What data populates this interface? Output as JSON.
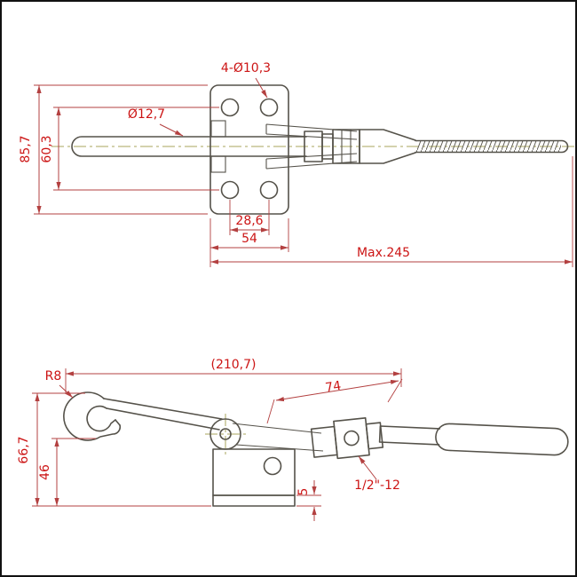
{
  "colors": {
    "dimension_text": "#cc1414",
    "dimension_line": "#b34040",
    "geometry_line": "#55524a",
    "centerline": "#a8a55c",
    "background": "#ffffff"
  },
  "top_view": {
    "label_holes": "4-Ø10,3",
    "label_rod_diameter": "Ø12,7",
    "dim_overall_height": "85,7",
    "dim_inner_height": "60,3",
    "dim_hole_spacing": "28,6",
    "dim_plate_width": "54",
    "dim_max_length": "Max.245"
  },
  "side_view": {
    "dim_overall_length": "(210,7)",
    "label_hook_radius": "R8",
    "dim_lever_length": "74",
    "dim_overall_height": "66,7",
    "dim_hook_height": "46",
    "dim_plate_thickness": "5",
    "label_thread": "1/2\"-12"
  }
}
